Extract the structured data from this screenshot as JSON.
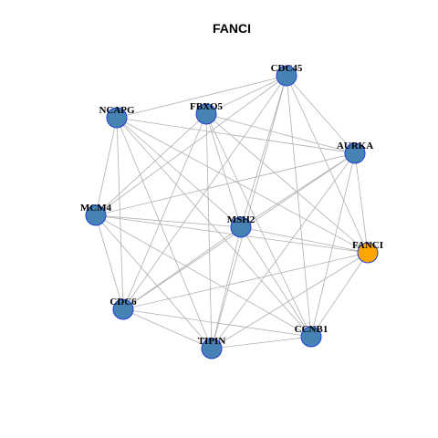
{
  "title": "FANCI",
  "colors": {
    "node_default": "#4682b4",
    "node_highlight": "#ffa500",
    "node_border": "#1f3fd8",
    "edge": "#b0b0b0"
  },
  "network": {
    "nodes": [
      {
        "id": "CDC45",
        "label": "CDC45",
        "highlight": false
      },
      {
        "id": "FBXO5",
        "label": "FBXO5",
        "highlight": false
      },
      {
        "id": "NCAPG",
        "label": "NCAPG",
        "highlight": false
      },
      {
        "id": "AURKA",
        "label": "AURKA",
        "highlight": false
      },
      {
        "id": "MCM4",
        "label": "MCM4",
        "highlight": false
      },
      {
        "id": "MSH2",
        "label": "MSH2",
        "highlight": false
      },
      {
        "id": "FANCI",
        "label": "FANCI",
        "highlight": true
      },
      {
        "id": "CDC6",
        "label": "CDC6",
        "highlight": false
      },
      {
        "id": "CCNB1",
        "label": "CCNB1",
        "highlight": false
      },
      {
        "id": "TIPIN",
        "label": "TIPIN",
        "highlight": false
      }
    ],
    "edges": [
      [
        "CDC45",
        "NCAPG"
      ],
      [
        "CDC45",
        "FBXO5"
      ],
      [
        "CDC45",
        "AURKA"
      ],
      [
        "CDC45",
        "MCM4"
      ],
      [
        "CDC45",
        "MSH2"
      ],
      [
        "CDC45",
        "FANCI"
      ],
      [
        "CDC45",
        "CDC6"
      ],
      [
        "CDC45",
        "TIPIN"
      ],
      [
        "CDC45",
        "CCNB1"
      ],
      [
        "NCAPG",
        "AURKA"
      ],
      [
        "NCAPG",
        "MCM4"
      ],
      [
        "NCAPG",
        "MSH2"
      ],
      [
        "NCAPG",
        "FANCI"
      ],
      [
        "NCAPG",
        "CDC6"
      ],
      [
        "NCAPG",
        "TIPIN"
      ],
      [
        "NCAPG",
        "CCNB1"
      ],
      [
        "FBXO5",
        "AURKA"
      ],
      [
        "FBXO5",
        "MCM4"
      ],
      [
        "FBXO5",
        "MSH2"
      ],
      [
        "FBXO5",
        "FANCI"
      ],
      [
        "FBXO5",
        "CDC6"
      ],
      [
        "FBXO5",
        "TIPIN"
      ],
      [
        "FBXO5",
        "CCNB1"
      ],
      [
        "AURKA",
        "MCM4"
      ],
      [
        "AURKA",
        "MSH2"
      ],
      [
        "AURKA",
        "FANCI"
      ],
      [
        "AURKA",
        "CDC6"
      ],
      [
        "AURKA",
        "TIPIN"
      ],
      [
        "AURKA",
        "CCNB1"
      ],
      [
        "MCM4",
        "MSH2"
      ],
      [
        "MCM4",
        "FANCI"
      ],
      [
        "MCM4",
        "CDC6"
      ],
      [
        "MCM4",
        "TIPIN"
      ],
      [
        "MCM4",
        "CCNB1"
      ],
      [
        "MSH2",
        "FANCI"
      ],
      [
        "MSH2",
        "CDC6"
      ],
      [
        "MSH2",
        "TIPIN"
      ],
      [
        "MSH2",
        "CCNB1"
      ],
      [
        "FANCI",
        "CDC6"
      ],
      [
        "FANCI",
        "TIPIN"
      ],
      [
        "FANCI",
        "CCNB1"
      ],
      [
        "CDC6",
        "TIPIN"
      ],
      [
        "CDC6",
        "CCNB1"
      ],
      [
        "TIPIN",
        "CCNB1"
      ]
    ]
  }
}
